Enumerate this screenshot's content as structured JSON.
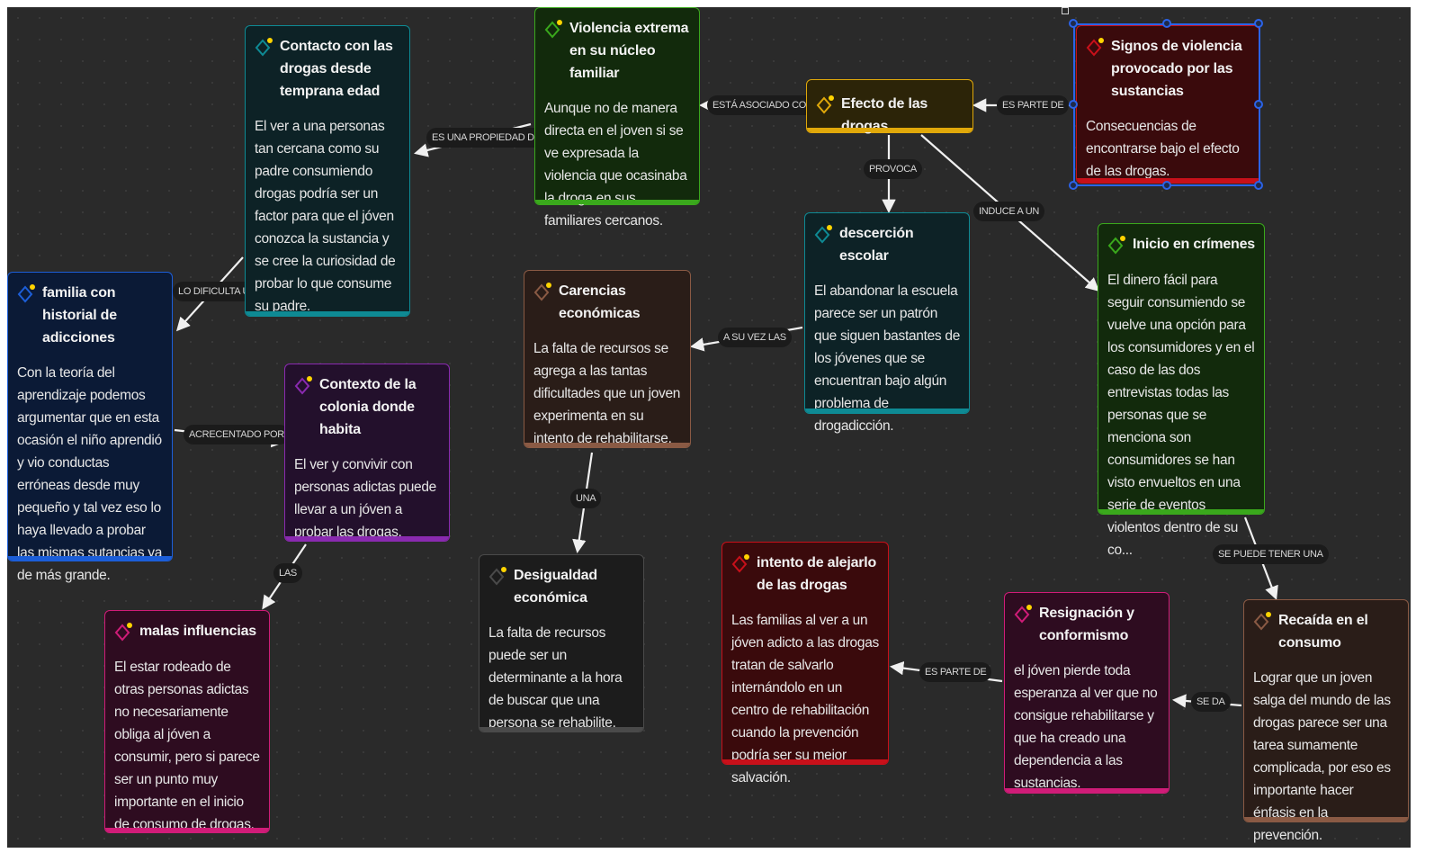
{
  "colors": {
    "canvas_bg": "#2a2a2a",
    "edge": "#f0f0f0",
    "selection": "#2b63e8",
    "indicator_dot": "#ffd400"
  },
  "nodes": {
    "contacto": {
      "title": "Contacto con las drogas desde temprana edad",
      "body": "El ver a una personas tan cercana como su padre consumiendo drogas podría ser un factor para que el jóven conozca la sustancia y se cree la curiosidad de probar lo que consume su padre.",
      "color": "#0e8a94",
      "bg": "#0d2226",
      "icon": "diamond-icon"
    },
    "violencia": {
      "title": "Violencia extrema en su núcleo familiar",
      "body": "Aunque no de manera directa en el joven si se ve expresada la violencia que ocasinaba la droga en sus familiares cercanos.",
      "color": "#3aa81c",
      "bg": "#122a0c",
      "icon": "diamond-icon"
    },
    "efecto": {
      "title": "Efecto de las drogas",
      "body": "",
      "color": "#e0a80a",
      "bg": "#2c2408",
      "icon": "diamond-icon"
    },
    "signos": {
      "title": "Signos de violencia provocado por las sustancias",
      "body": "Consecuencias de encontrarse bajo el efecto de las drogas.",
      "color": "#c8101a",
      "bg": "#3a0a0c",
      "icon": "diamond-icon"
    },
    "familia": {
      "title": "familia con historial de adicciones",
      "body": "Con la teoría del aprendizaje podemos argumentar que en esta ocasión el niño aprendió y vio conductas erróneas desde muy pequeño y tal vez eso lo haya llevado a probar las mismas sutancias ya de más grande.",
      "color": "#1c5ed8",
      "bg": "#0b1a36",
      "icon": "diamond-icon"
    },
    "desercion": {
      "title": "descerción escolar",
      "body": "El abandonar la escuela parece ser un patrón que siguen bastantes de los jóvenes que se encuentran bajo algún problema de drogadicción.",
      "color": "#0e8a94",
      "bg": "#0d2226",
      "icon": "diamond-icon"
    },
    "carencias": {
      "title": "Carencias económicas",
      "body": "La falta de recursos se agrega a las tantas dificultades que un joven experimenta en su intento de rehabilitarse.",
      "color": "#8a5a44",
      "bg": "#2a1d18",
      "icon": "diamond-icon"
    },
    "crimenes": {
      "title": "Inicio en crímenes",
      "body": "El dinero fácil para seguir consumiendo se vuelve una opción para los consumidores y en el caso de las dos entrevistas todas las personas que se menciona son consumidores se han visto envueltos en una serie de eventos violentos dentro de su co...",
      "color": "#3aa81c",
      "bg": "#122a0c",
      "icon": "diamond-icon"
    },
    "contexto": {
      "title": "Contexto de la colonia donde habita",
      "body": "El ver y convivir con personas adictas puede llevar a un jóven a probar las drogas.",
      "color": "#8a2ab0",
      "bg": "#23102c",
      "icon": "diamond-icon"
    },
    "desigualdad": {
      "title": "Desigualdad económica",
      "body": "La falta de recursos puede ser un determinante a la hora de buscar que una persona se rehabilite.",
      "color": "#4a4a4a",
      "bg": "#1c1c1c",
      "icon": "diamond-icon"
    },
    "intento": {
      "title": "intento de alejarlo de las drogas",
      "body": "Las familias al ver a un jóven adicto a las drogas tratan de salvarlo internándolo en un centro de rehabilitación cuando la prevención podría ser su mejor salvación.",
      "color": "#c8101a",
      "bg": "#3a0a0c",
      "icon": "diamond-icon"
    },
    "resignacion": {
      "title": "Resignación y conformismo",
      "body": "el jóven pierde toda esperanza al ver que no consigue rehabilitarse y que ha creado una dependencia a las sustancias.",
      "color": "#d01c78",
      "bg": "#2e0c20",
      "icon": "diamond-icon"
    },
    "recaida": {
      "title": "Recaída en el consumo",
      "body": "Lograr que un joven salga del mundo de las drogas parece ser una tarea sumamente complicada, por eso es importante hacer énfasis en la prevención.",
      "color": "#8a5a44",
      "bg": "#2a1d18",
      "icon": "diamond-icon"
    },
    "malas": {
      "title": "malas influencias",
      "body": "El estar rodeado de otras personas adictas no necesariamente obliga al jóven a consumir, pero si parece ser un punto muy importante en el inicio de consumo de drogas.",
      "color": "#d01c78",
      "bg": "#2e0c20",
      "icon": "diamond-icon"
    }
  },
  "edge_labels": {
    "es_una_propiedad_de": "ES UNA PROPIEDAD DE",
    "esta_asociado_con": "ESTÁ ASOCIADO CON",
    "es_parte_de_1": "ES PARTE DE",
    "provoca": "PROVOCA",
    "induce_a_un": "INDUCE A UN",
    "lo_dificulta_una": "LO DIFICULTA UNA",
    "a_su_vez_las": "A SU VEZ LAS",
    "acrecentado_por": "ACRECENTADO POR",
    "una": "UNA",
    "las": "LAS",
    "se_puede_tener_una": "SE PUEDE TENER UNA",
    "es_parte_de_2": "ES PARTE DE",
    "se_da": "SE DA"
  }
}
